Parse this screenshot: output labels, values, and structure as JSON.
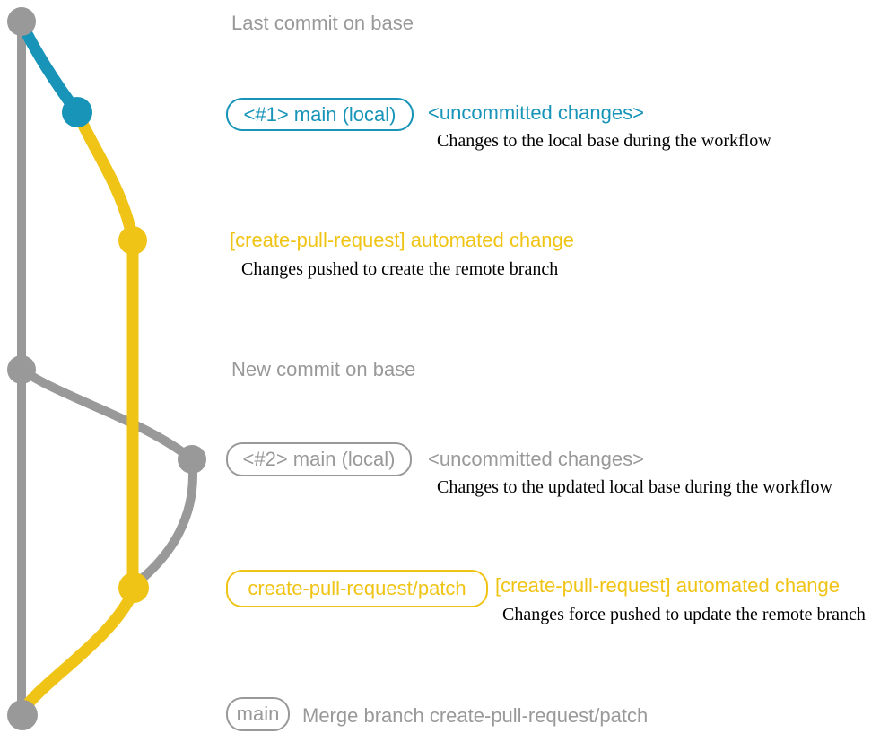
{
  "colors": {
    "gray": "#999999",
    "blue": "#1794b8",
    "yellow": "#f0c416",
    "ink": "#000000",
    "background": "#ffffff"
  },
  "graph": {
    "nodes": [
      {
        "name": "commit-last-on-base",
        "color": "gray"
      },
      {
        "name": "commit-local-main-1",
        "color": "blue"
      },
      {
        "name": "commit-automated-change-1",
        "color": "yellow"
      },
      {
        "name": "commit-new-on-base",
        "color": "gray"
      },
      {
        "name": "commit-local-main-2",
        "color": "gray"
      },
      {
        "name": "commit-automated-change-2",
        "color": "yellow"
      },
      {
        "name": "commit-merge",
        "color": "gray"
      }
    ]
  },
  "annotations": {
    "last_commit_label": "Last commit on base",
    "row1": {
      "badge": "<#1> main (local)",
      "title": "<uncommitted changes>",
      "caption": "Changes to the local base during the workflow"
    },
    "row2": {
      "title": "[create-pull-request] automated change",
      "caption": "Changes pushed to create the remote branch"
    },
    "new_commit_label": "New commit on base",
    "row3": {
      "badge": "<#2> main (local)",
      "title": "<uncommitted changes>",
      "caption": "Changes to the updated local base during the workflow"
    },
    "row4": {
      "badge": "create-pull-request/patch",
      "title": "[create-pull-request] automated change",
      "caption": "Changes force pushed to update the remote branch"
    },
    "row5": {
      "badge": "main",
      "caption": "Merge branch create-pull-request/patch"
    }
  }
}
